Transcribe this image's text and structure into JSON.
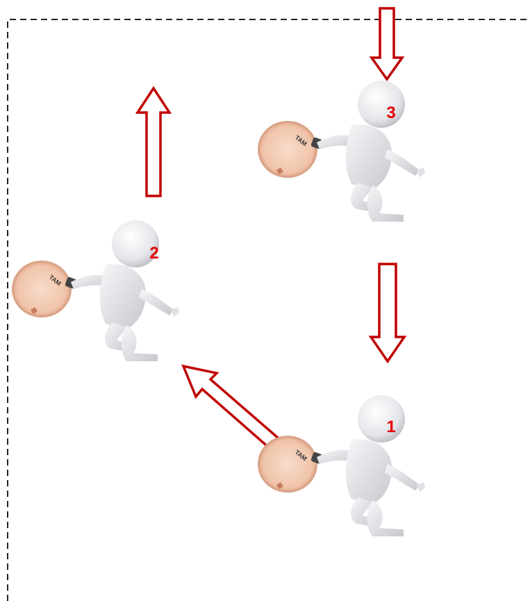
{
  "figure": {
    "colors": {
      "arrow_stroke": "#c00000",
      "label": "#e60000",
      "border": "#222222",
      "body_fill": "#ededf0",
      "body_shade": "#c9cbd0",
      "tambourine_skin": "#f2cdb8",
      "tambourine_rim": "#e2a88a"
    },
    "players": [
      {
        "id": "player-1",
        "number": "1",
        "prop": "tambourine-icon"
      },
      {
        "id": "player-2",
        "number": "2",
        "prop": "tambourine-icon"
      },
      {
        "id": "player-3",
        "number": "3",
        "prop": "tambourine-icon"
      }
    ],
    "arrows": [
      {
        "id": "arrow-into-player-3",
        "direction": "down"
      },
      {
        "id": "arrow-up-above-player-2",
        "direction": "up"
      },
      {
        "id": "arrow-player-3-to-player-1",
        "direction": "down"
      },
      {
        "id": "arrow-player-1-to-player-2",
        "direction": "up-left"
      }
    ],
    "tambourine_text": "TAM"
  }
}
